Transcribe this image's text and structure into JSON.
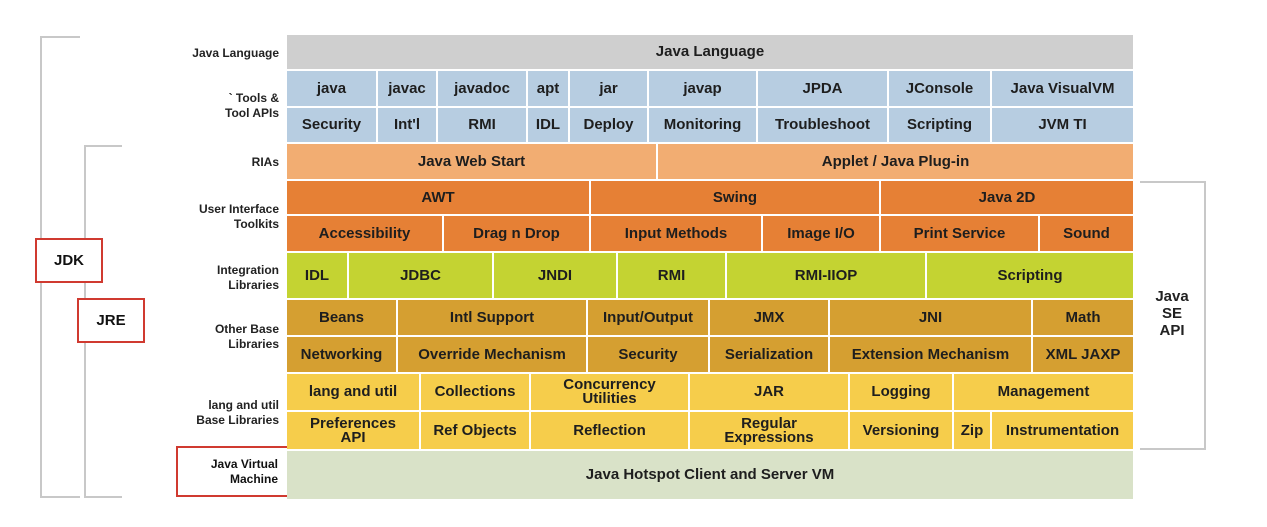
{
  "labels": {
    "jdk": "JDK",
    "jre": "JRE",
    "java_se_api": "Java\nSE\nAPI"
  },
  "row_labels": {
    "language": "Java Language",
    "tools": "` Tools &\nTool APIs",
    "rias": "RIAs",
    "ui_toolkits": "User Interface\nToolkits",
    "integration": "Integration\nLibraries",
    "other_base": "Other Base\nLibraries",
    "lang_util": "lang and util\nBase Libraries",
    "jvm": "Java Virtual\nMachine"
  },
  "rows": {
    "language": [
      "Java Language"
    ],
    "tools_1": [
      "java",
      "javac",
      "javadoc",
      "apt",
      "jar",
      "javap",
      "JPDA",
      "JConsole",
      "Java VisualVM"
    ],
    "tools_2": [
      "Security",
      "Int'l",
      "RMI",
      "IDL",
      "Deploy",
      "Monitoring",
      "Troubleshoot",
      "Scripting",
      "JVM TI"
    ],
    "rias": [
      "Java Web Start",
      "Applet / Java Plug-in"
    ],
    "ui_1": [
      "AWT",
      "Swing",
      "Java 2D"
    ],
    "ui_2": [
      "Accessibility",
      "Drag n Drop",
      "Input Methods",
      "Image I/O",
      "Print Service",
      "Sound"
    ],
    "integration": [
      "IDL",
      "JDBC",
      "JNDI",
      "RMI",
      "RMI-IIOP",
      "Scripting"
    ],
    "other_1": [
      "Beans",
      "Intl Support",
      "Input/Output",
      "JMX",
      "JNI",
      "Math"
    ],
    "other_2": [
      "Networking",
      "Override Mechanism",
      "Security",
      "Serialization",
      "Extension Mechanism",
      "XML JAXP"
    ],
    "lang_1": [
      "lang and util",
      "Collections",
      "Concurrency\nUtilities",
      "JAR",
      "Logging",
      "Management"
    ],
    "lang_2": [
      "Preferences\nAPI",
      "Ref Objects",
      "Reflection",
      "Regular\nExpressions",
      "Versioning",
      "Zip",
      "Instrumentation"
    ],
    "jvm": [
      "Java Hotspot Client and Server VM"
    ]
  },
  "colors": {
    "language": "#cfcfcf",
    "tools": "#b7cde1",
    "rias": "#f2ad72",
    "ui": "#e68035",
    "integration": "#c4d332",
    "other": "#d59f31",
    "lang": "#f6cd4b",
    "jvm": "#d9e2c8",
    "highlight": "#d03a30"
  }
}
